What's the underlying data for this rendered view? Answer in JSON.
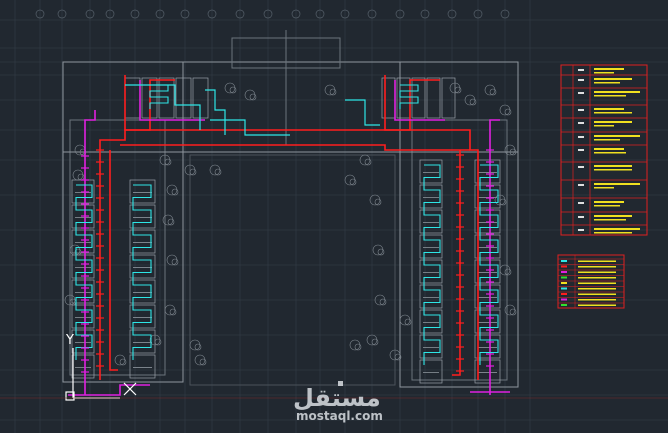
{
  "watermark": {
    "arabic": "مستقل",
    "latin": "mostaql.com"
  },
  "ucs": {
    "y_label": "Y",
    "x_label": "X"
  },
  "colors": {
    "background": "#212830",
    "grid": "#3a4450",
    "walls": "#8e969e",
    "red_pipe": "#ff1e1e",
    "magenta_pipe": "#e020e0",
    "cyan_pipe": "#2ee6e6",
    "yellow_text": "#f0e020"
  }
}
